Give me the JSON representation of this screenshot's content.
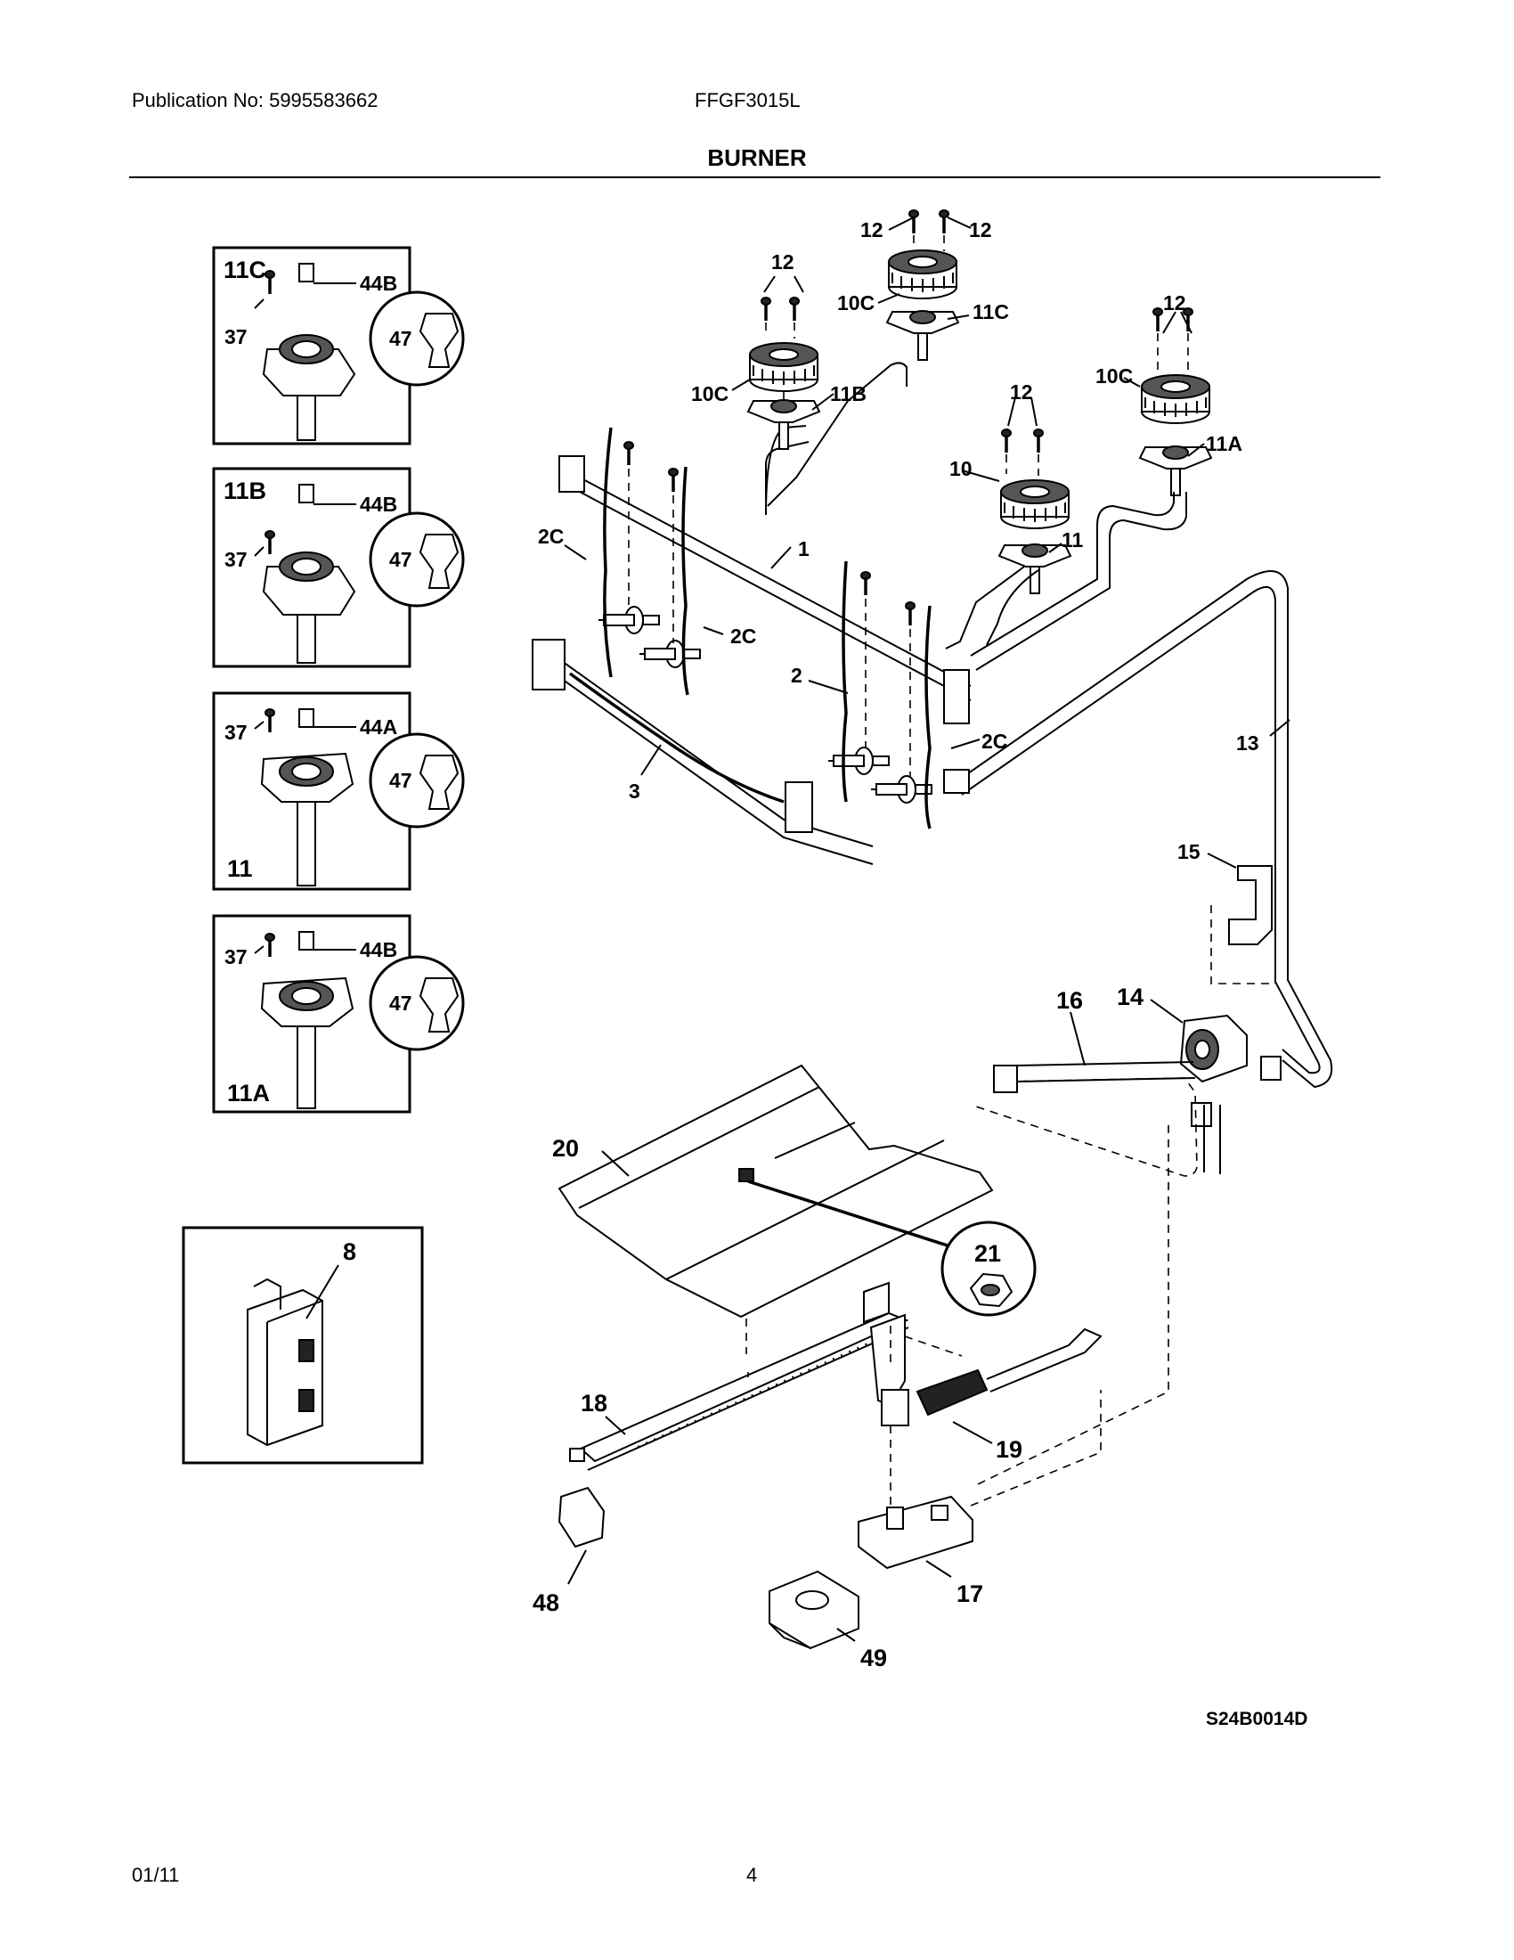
{
  "header": {
    "publication": "Publication No: 5995583662",
    "model": "FFGF3015L",
    "title": "BURNER"
  },
  "footer": {
    "date": "01/11",
    "page": "4",
    "drawing_code": "S24B0014D"
  },
  "callouts": {
    "c12a": "12",
    "c12b": "12",
    "c12c": "12",
    "c12d": "12",
    "c12e": "12",
    "c10c_a": "10C",
    "c10c_b": "10C",
    "c10c_c": "10C",
    "c10": "10",
    "c11c": "11C",
    "c11b": "11B",
    "c11a": "11A",
    "c11": "11",
    "c1": "1",
    "c2": "2",
    "c2c_a": "2C",
    "c2c_b": "2C",
    "c2c_c": "2C",
    "c3": "3",
    "c13": "13",
    "c14": "14",
    "c15": "15",
    "c16": "16",
    "c17": "17",
    "c18": "18",
    "c19": "19",
    "c20": "20",
    "c21": "21",
    "c48": "48",
    "c49": "49",
    "c8": "8"
  },
  "insets": [
    {
      "title": "11C",
      "screw": "37",
      "cap": "44B",
      "orifice": "47"
    },
    {
      "title": "11B",
      "screw": "37",
      "cap": "44B",
      "orifice": "47"
    },
    {
      "title": "11",
      "screw": "37",
      "cap": "44A",
      "orifice": "47"
    },
    {
      "title": "11A",
      "screw": "37",
      "cap": "44B",
      "orifice": "47"
    }
  ]
}
